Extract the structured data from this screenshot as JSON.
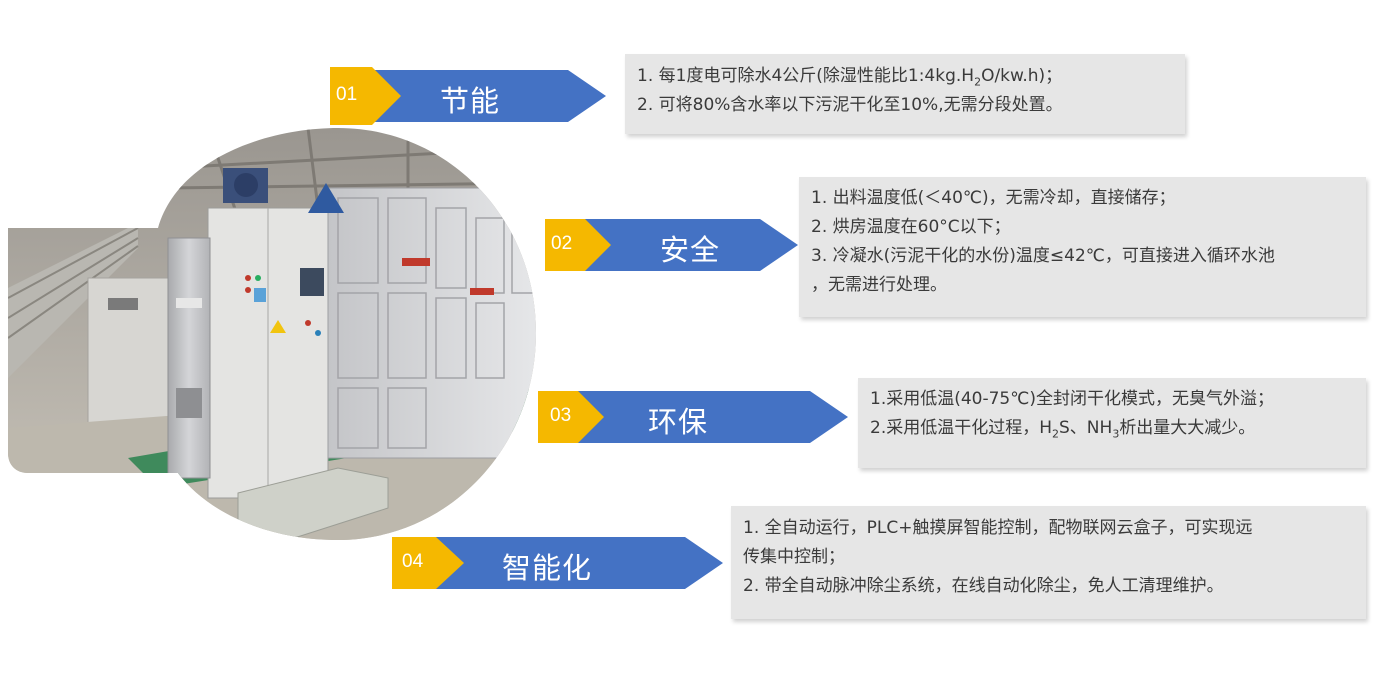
{
  "items": [
    {
      "number": "01",
      "title": "节能",
      "lines": [
        [
          "1. 每1度电可除水4公斤(除湿性能比1:4kg.H",
          "2",
          "O/kw.h)；"
        ],
        [
          "2. 可将80%含水率以下污泥干化至10%,无需分段处置。"
        ]
      ]
    },
    {
      "number": "02",
      "title": "安全",
      "lines": [
        [
          "1. 出料温度低(＜40℃)，无需冷却，直接储存；"
        ],
        [
          "2. 烘房温度在60°C以下；"
        ],
        [
          "3. 冷凝水(污泥干化的水份)温度≤42℃，可直接进入循环水池"
        ],
        [
          "，无需进行处理。"
        ]
      ]
    },
    {
      "number": "03",
      "title": "环保",
      "lines": [
        [
          "1.采用低温(40-75℃)全封闭干化模式，无臭气外溢；"
        ],
        [
          "2.采用低温干化过程，H",
          "2",
          "S、NH",
          "3",
          "析出量大大减少。"
        ]
      ]
    },
    {
      "number": "04",
      "title": "智能化",
      "lines": [
        [
          "1. 全自动运行，PLC+触摸屏智能控制，配物联网云盒子，可实现远"
        ],
        [
          "传集中控制；"
        ],
        [
          "2. 带全自动脉冲除尘系统，在线自动化除尘，免人工清理维护。"
        ]
      ]
    }
  ],
  "colors": {
    "banner_blue": "#4472c4",
    "number_yellow": "#f5b800",
    "desc_bg": "#e6e6e6"
  }
}
